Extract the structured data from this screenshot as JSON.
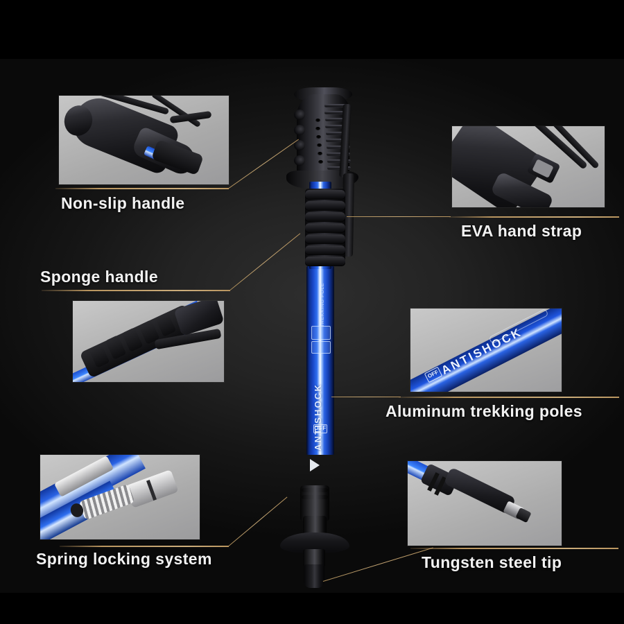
{
  "page": {
    "type": "product-infographic",
    "subject": "Aluminum anti-shock trekking pole",
    "background_color": "#1c1c1c",
    "letterbox_color": "#000000",
    "accent_color": "#b9955f",
    "caption_color": "#f2f2f2",
    "pole_color": "#1f56e0"
  },
  "callouts": [
    {
      "id": "non-slip-handle",
      "label": "Non-slip handle",
      "position": "top-left",
      "caption_below_photo": true
    },
    {
      "id": "eva-hand-strap",
      "label": "EVA hand strap",
      "position": "top-right",
      "caption_below_photo": true
    },
    {
      "id": "sponge-handle",
      "label": "Sponge handle",
      "position": "middle-left",
      "caption_below_photo": false
    },
    {
      "id": "aluminum-trekking-poles",
      "label": "Aluminum trekking poles",
      "position": "middle-right",
      "caption_below_photo": true
    },
    {
      "id": "spring-locking-system",
      "label": "Spring locking system",
      "position": "bottom-left",
      "caption_below_photo": true
    },
    {
      "id": "tungsten-steel-tip",
      "label": "Tungsten steel tip",
      "position": "bottom-right",
      "caption_below_photo": true
    }
  ],
  "pole_markings": {
    "brand_text": "ANTISHOCK",
    "switch_label": "OFF",
    "direction_marker": "arrow"
  },
  "inset_markings": {
    "aluminum_pole_text": "ANTISHOCK",
    "aluminum_pole_switch": "OFF"
  }
}
